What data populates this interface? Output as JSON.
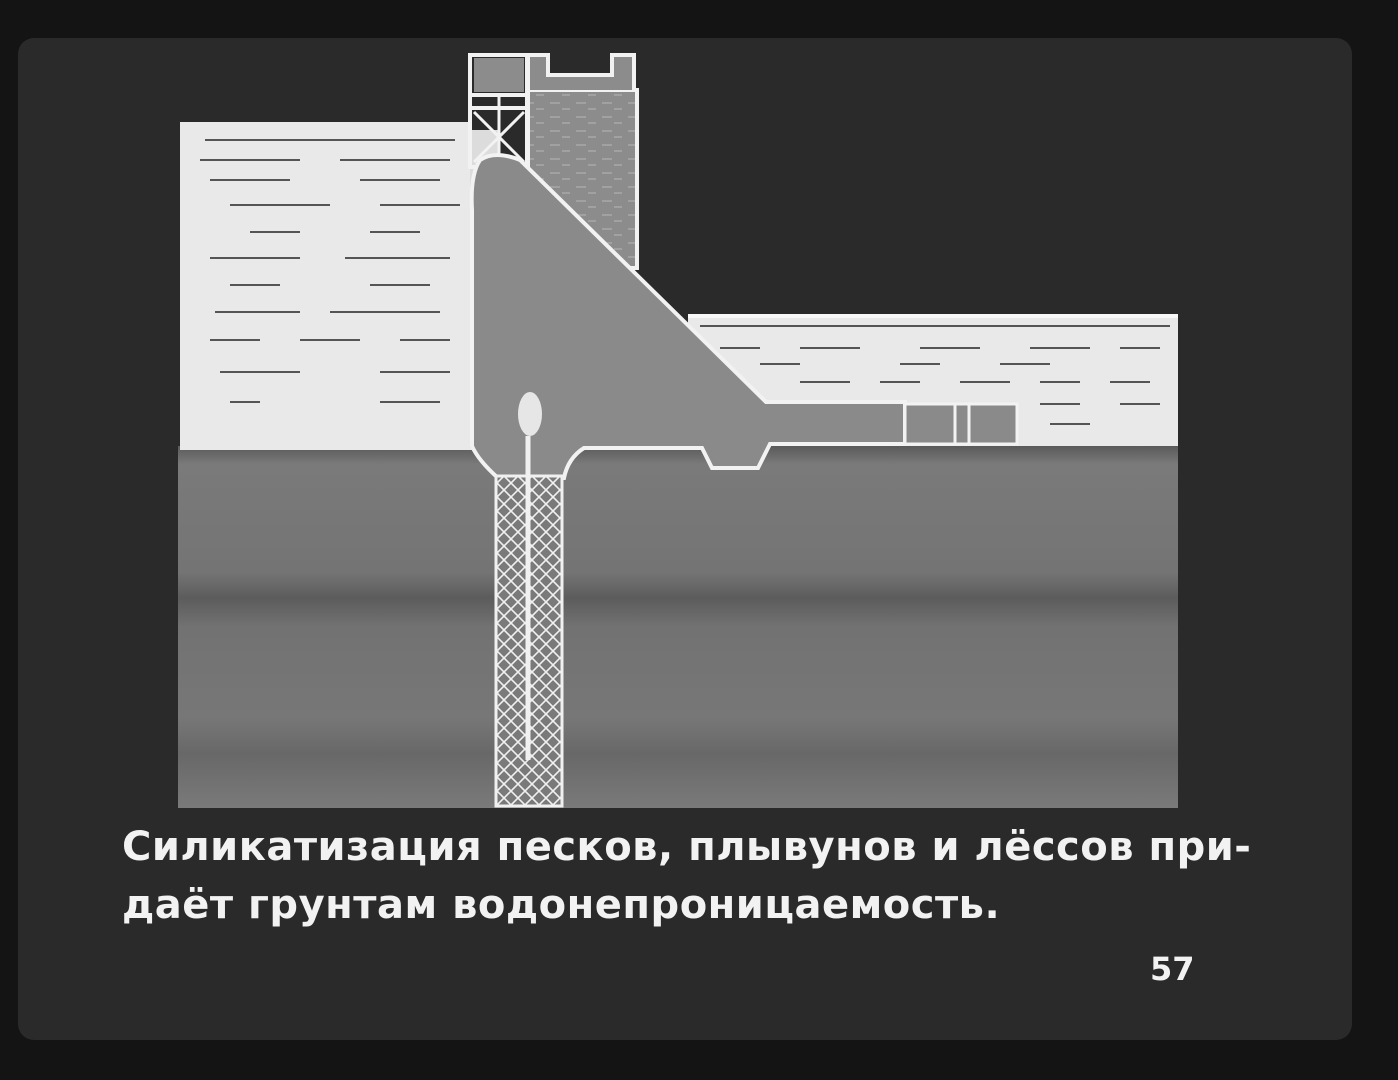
{
  "slide": {
    "caption_line1": "Силикатизация песков, плывунов и лёссов при-",
    "caption_line2": "даёт грунтам водонепроницаемость.",
    "page_number": "57"
  },
  "colors": {
    "background": "#141414",
    "frame": "#2a2a2a",
    "water": "#e9e9e9",
    "dam": "#8a8a8a",
    "ground": "#6e6e6e",
    "outline": "#f5f5f5"
  }
}
